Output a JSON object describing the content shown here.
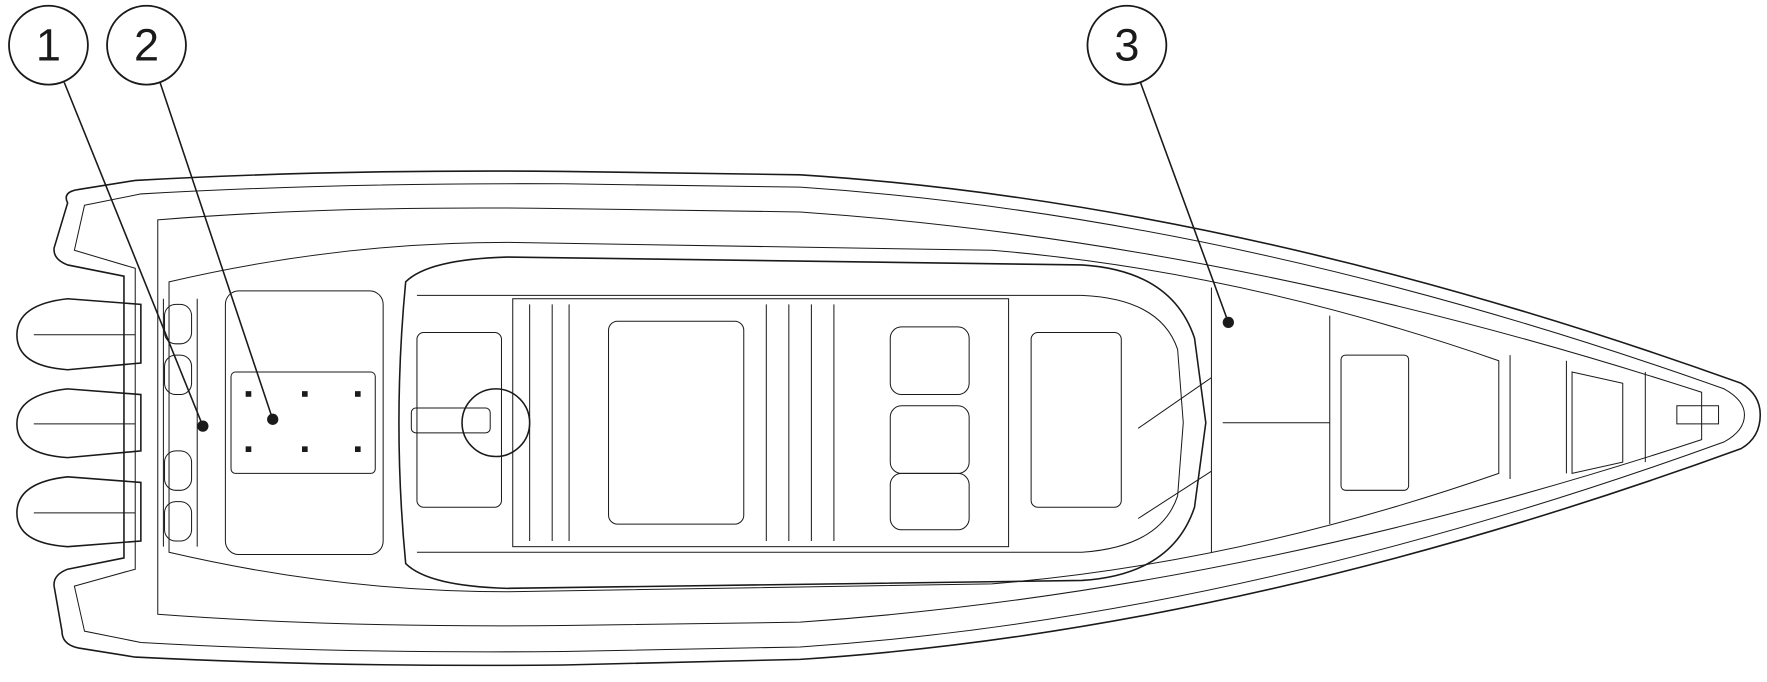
{
  "diagram": {
    "subject": "boat-top-view",
    "callouts": [
      {
        "label": "1"
      },
      {
        "label": "2"
      },
      {
        "label": "3"
      }
    ]
  }
}
